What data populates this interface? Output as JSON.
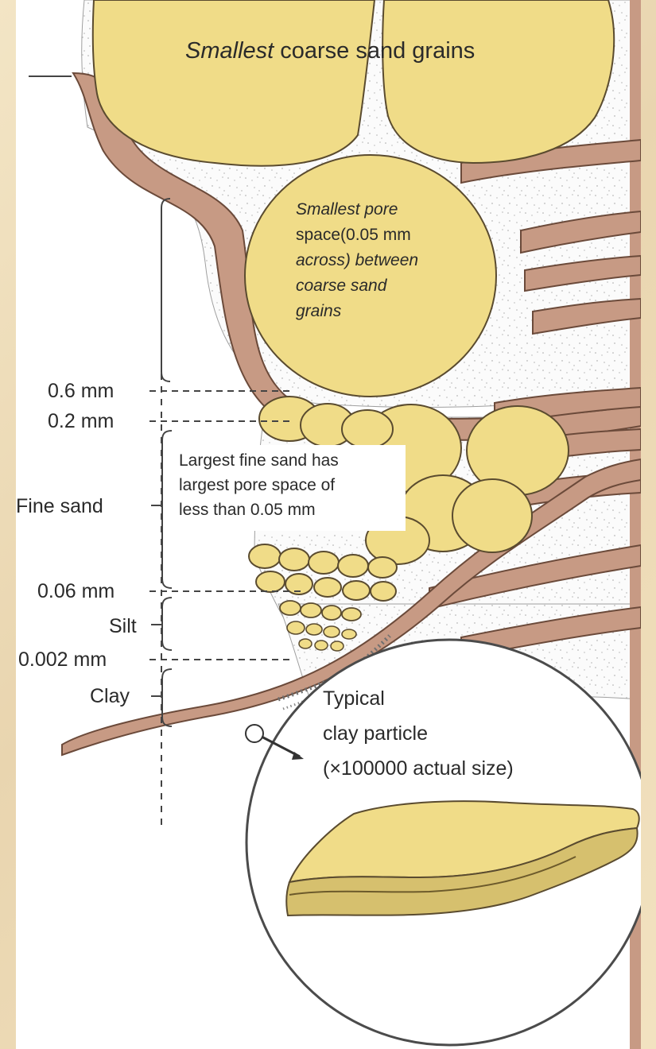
{
  "labels": {
    "top": {
      "italic": "Smallest",
      "rest": " coarse sand grains"
    },
    "pore": [
      {
        "italic": "Smallest pore",
        "regular": ""
      },
      {
        "italic": "",
        "regular": "space(0.05 mm"
      },
      {
        "italic": "across) between",
        "regular": ""
      },
      {
        "italic": "coarse sand",
        "regular": ""
      },
      {
        "italic": "grains",
        "regular": ""
      }
    ],
    "fine_sand_note": [
      "Largest fine sand has",
      "largest pore space of",
      "less than 0.05 mm"
    ],
    "left": {
      "mm_06": "0.6 mm",
      "mm_02": "0.2 mm",
      "fine_sand": "Fine sand",
      "mm_006": "0.06 mm",
      "silt": "Silt",
      "mm_0002": "0.002 mm",
      "clay": "Clay"
    },
    "clay_note": [
      "Typical",
      "clay particle",
      "(×100000 actual size)"
    ]
  },
  "colors": {
    "sand": "#f0dc88",
    "sand_edge": "#5a4b2f",
    "band": "#c79a84",
    "band_edge": "#6b4a3a",
    "speckle": "#a7a7a7",
    "frame": "#efe0bf"
  }
}
